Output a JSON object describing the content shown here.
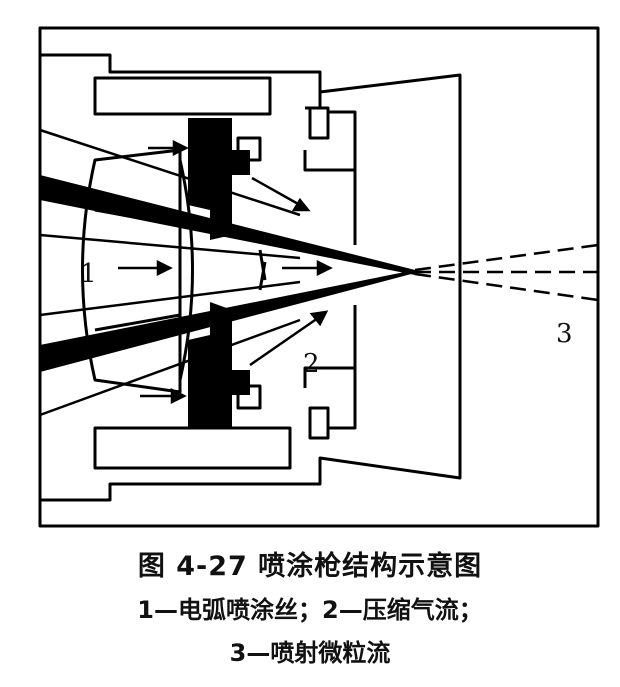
{
  "diagram": {
    "labels": {
      "wire": "1",
      "air": "2",
      "particles": "3"
    }
  },
  "caption": {
    "title": "图 4-27   喷涂枪结构示意图",
    "line1": "1—电弧喷涂丝；2—压缩气流；",
    "line2": "3—喷射微粒流"
  },
  "colors": {
    "ink": "#000000",
    "background": "#ffffff"
  }
}
